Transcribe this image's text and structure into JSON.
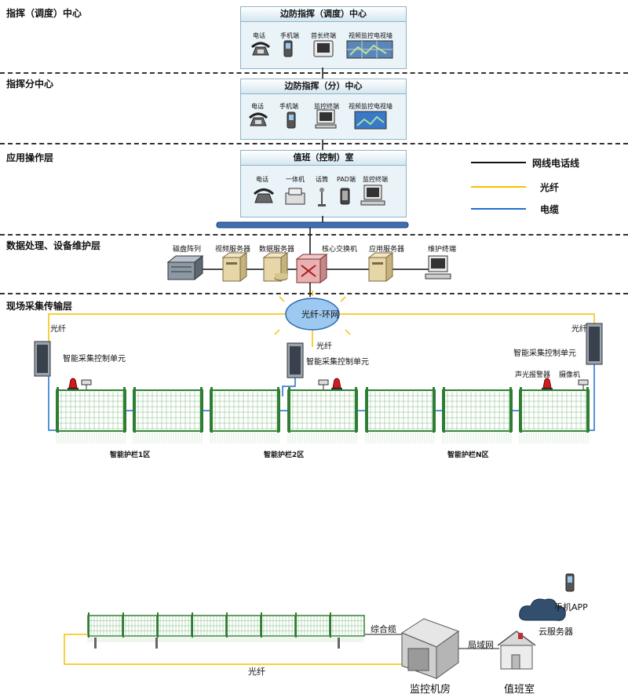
{
  "layers": {
    "command_center": "指挥（调度）中心",
    "sub_center": "指挥分中心",
    "application": "应用操作层",
    "data_processing": "数据处理、设备维护层",
    "field": "现场采集传输层"
  },
  "panel_command": {
    "title": "边防指挥（调度）中心",
    "items": [
      "电话",
      "手机端",
      "首长终端",
      "视频监控电视墙"
    ]
  },
  "panel_sub": {
    "title": "边防指挥（分）中心",
    "items": [
      "电话",
      "手机端",
      "监控终端",
      "视频监控电视墙"
    ]
  },
  "panel_duty": {
    "title": "值班（控制）室",
    "items": [
      "电话",
      "一体机",
      "话筒",
      "PAD端",
      "监控终端"
    ]
  },
  "legend": {
    "phone_line": "网线电话线",
    "fiber": "光纤",
    "cable": "电缆",
    "colors": {
      "phone_line": "#111111",
      "fiber": "#f5c000",
      "cable": "#1f6fd0"
    }
  },
  "data_layer": {
    "items": [
      "磁盘阵列",
      "视频服务器",
      "数据服务器",
      "核心交换机",
      "应用服务器",
      "维护终端"
    ]
  },
  "field_layer": {
    "ring": "光纤-环网",
    "fiber_left": "光纤",
    "fiber_mid": "光纤",
    "fiber_right": "光纤",
    "unit_left": "智能采集控制单元",
    "unit_mid": "智能采集控制单元",
    "unit_right": "智能采集控制单元",
    "alarm": "声光报警器",
    "camera": "摄像机",
    "zones": [
      "智能护栏1区",
      "智能护栏2区",
      "智能护栏N区"
    ]
  },
  "bottom": {
    "composite_cable": "综合缆",
    "lan": "局域网",
    "fiber": "光纤",
    "machine_room": "监控机房",
    "duty_room": "值班室",
    "cloud": "云服务器",
    "app": "手机APP"
  }
}
